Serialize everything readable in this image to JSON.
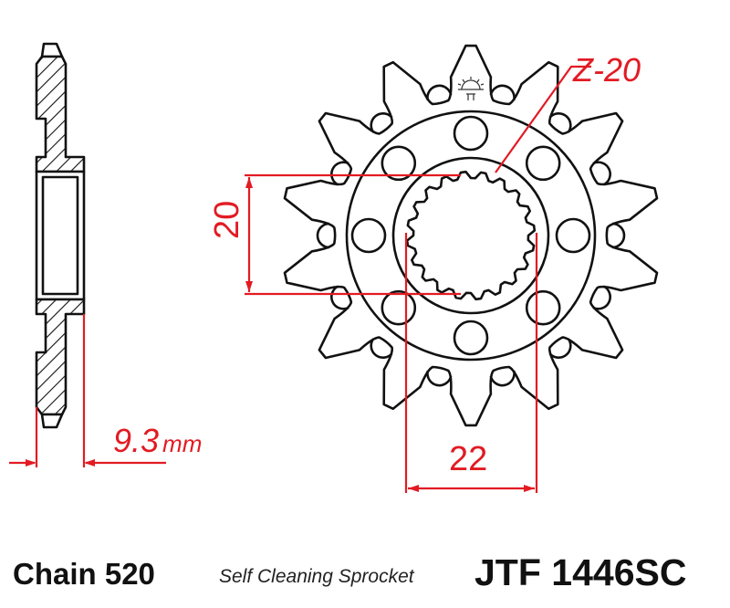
{
  "title": "JTF 1446SC",
  "chain": "Chain 520",
  "description": "Self Cleaning Sprocket",
  "part_number": "JTF 1446SC",
  "dimensions": {
    "spline_label": "Z-20",
    "spline_teeth": 20,
    "height_value": "20",
    "width_value": "22",
    "thickness_value": "9.3",
    "thickness_unit": "mm"
  },
  "sprocket": {
    "teeth": 14,
    "bolt_holes": 8
  },
  "colors": {
    "outline": "#111111",
    "dimension": "#e21b23",
    "background": "#ffffff"
  }
}
